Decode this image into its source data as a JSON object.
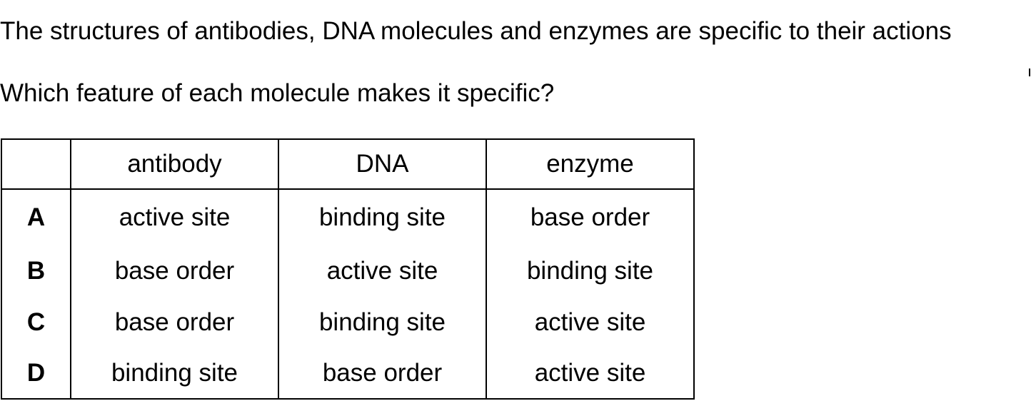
{
  "question": {
    "intro": "The structures of antibodies, DNA molecules and enzymes are specific to their actions",
    "prompt": "Which feature of each molecule makes it specific?"
  },
  "table": {
    "columns": [
      "",
      "antibody",
      "DNA",
      "enzyme"
    ],
    "rows": [
      {
        "letter": "A",
        "antibody": "active site",
        "dna": "binding site",
        "enzyme": "base order"
      },
      {
        "letter": "B",
        "antibody": "base order",
        "dna": "active site",
        "enzyme": "binding site"
      },
      {
        "letter": "C",
        "antibody": "base order",
        "dna": "binding site",
        "enzyme": "active site"
      },
      {
        "letter": "D",
        "antibody": "binding site",
        "dna": "base order",
        "enzyme": "active site"
      }
    ]
  }
}
